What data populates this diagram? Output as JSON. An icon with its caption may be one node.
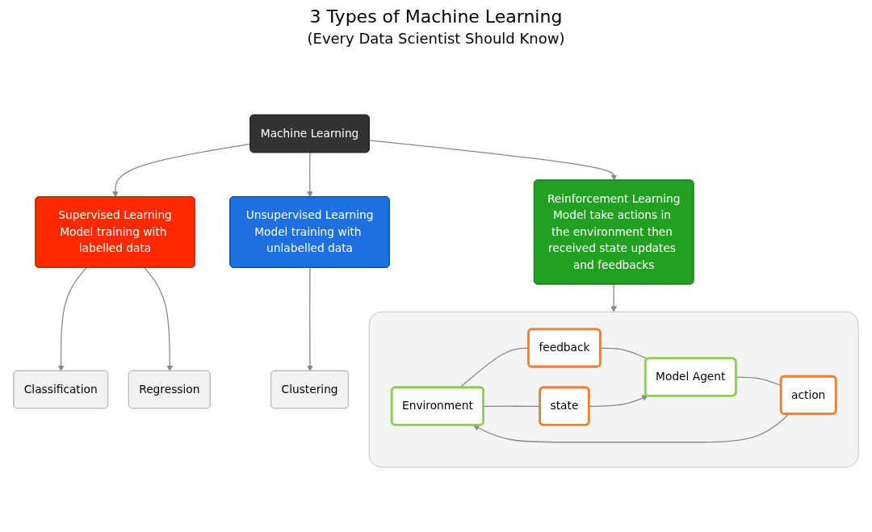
{
  "diagram": {
    "title": "3 Types of Machine Learning",
    "caption": "(Every Data Scientist Should Know)",
    "nodes": [
      {
        "text": [
          "Machine Learning"
        ]
      },
      {
        "text": [
          "Supervised Learning",
          "Model training with labelled data"
        ]
      },
      {
        "text": [
          "Unsupervised Learning",
          "Model training with unlabelled data"
        ]
      },
      {
        "text": [
          "Reinforcement Learning",
          "Model take actions in the environment then received state updates and feedbacks"
        ]
      },
      {
        "text": [
          "Classification"
        ]
      },
      {
        "text": [
          "Regression"
        ]
      },
      {
        "text": [
          "Clustering"
        ]
      },
      {
        "text": [],
        "shape": "box"
      },
      {
        "text": [
          "Environment"
        ],
        "in": 7
      },
      {
        "text": [
          "feedback"
        ],
        "in": 7
      },
      {
        "text": [
          "state"
        ],
        "in": 7
      },
      {
        "text": [
          "action"
        ],
        "in": 7
      },
      {
        "text": [
          "Model Agent"
        ],
        "in": 7
      }
    ],
    "edges": [
      {
        "from": 0,
        "to": 1,
        "arrow": "to"
      },
      {
        "from": 0,
        "to": 2,
        "arrow": "to"
      },
      {
        "from": 0,
        "to": 3,
        "arrow": "to"
      },
      {
        "from": 1,
        "to": 4,
        "arrow": "to"
      },
      {
        "from": 1,
        "to": 5,
        "arrow": "to"
      },
      {
        "from": 2,
        "to": 6,
        "arrow": "to"
      },
      {
        "from": 3,
        "to": 7,
        "arrow": "to"
      },
      {
        "from": 8,
        "to": 9,
        "arrow": "none"
      },
      {
        "from": 9,
        "to": 12,
        "arrow": "none"
      },
      {
        "from": 8,
        "to": 10,
        "arrow": "none"
      },
      {
        "from": 10,
        "to": 12,
        "arrow": "to"
      },
      {
        "from": 12,
        "to": 11,
        "arrow": "none"
      },
      {
        "from": 11,
        "to": 8,
        "arrow": "to"
      }
    ]
  }
}
